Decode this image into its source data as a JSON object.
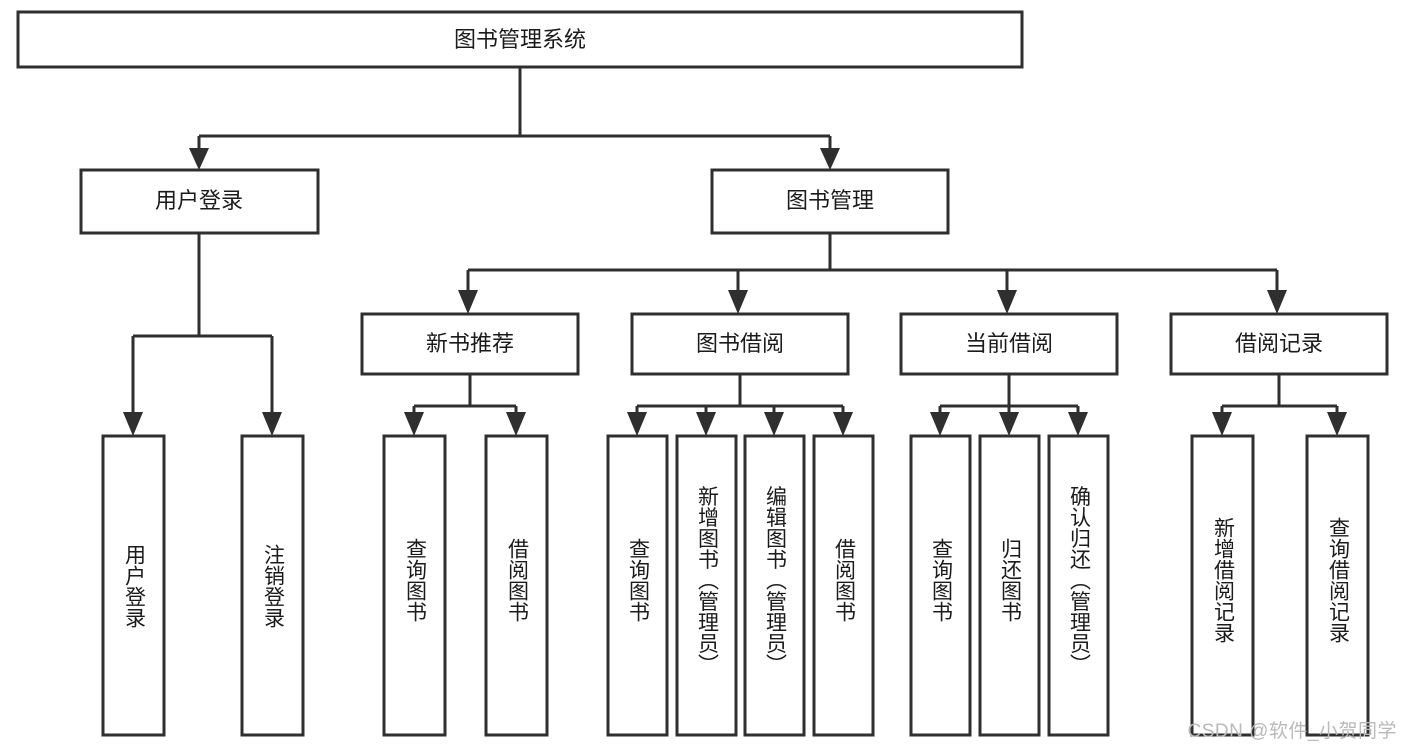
{
  "diagram": {
    "title": "图书管理系统",
    "type": "hierarchy-tree",
    "watermark": "CSDN @软件_小贺同学",
    "colors": {
      "stroke": "#2f2f2f",
      "fill": "#ffffff",
      "text": "#1b1b1b",
      "watermark": "#b9b9b9"
    },
    "levels": {
      "root": {
        "label": "图书管理系统"
      },
      "level2": [
        {
          "id": "user-login",
          "label": "用户登录"
        },
        {
          "id": "book-management",
          "label": "图书管理"
        }
      ],
      "level3": [
        {
          "id": "new-book-recommend",
          "label": "新书推荐",
          "parent": "book-management"
        },
        {
          "id": "book-borrow",
          "label": "图书借阅",
          "parent": "book-management"
        },
        {
          "id": "current-borrow",
          "label": "当前借阅",
          "parent": "book-management"
        },
        {
          "id": "borrow-record",
          "label": "借阅记录",
          "parent": "book-management"
        }
      ],
      "leaves": [
        {
          "id": "leaf-user-login",
          "label": "用户登录",
          "parent": "user-login"
        },
        {
          "id": "leaf-user-logout",
          "label": "注销登录",
          "parent": "user-login"
        },
        {
          "id": "leaf-query-book-1",
          "label": "查询图书",
          "parent": "new-book-recommend"
        },
        {
          "id": "leaf-borrow-book-1",
          "label": "借阅图书",
          "parent": "new-book-recommend"
        },
        {
          "id": "leaf-query-book-2",
          "label": "查询图书",
          "parent": "book-borrow"
        },
        {
          "id": "leaf-add-book",
          "label": "新增图书（管理员）",
          "parent": "book-borrow"
        },
        {
          "id": "leaf-edit-book",
          "label": "编辑图书（管理员）",
          "parent": "book-borrow"
        },
        {
          "id": "leaf-borrow-book-2",
          "label": "借阅图书",
          "parent": "book-borrow"
        },
        {
          "id": "leaf-query-book-3",
          "label": "查询图书",
          "parent": "current-borrow"
        },
        {
          "id": "leaf-return-book",
          "label": "归还图书",
          "parent": "current-borrow"
        },
        {
          "id": "leaf-confirm-return",
          "label": "确认归还（管理员）",
          "parent": "current-borrow"
        },
        {
          "id": "leaf-add-record",
          "label": "新增借阅记录",
          "parent": "borrow-record"
        },
        {
          "id": "leaf-query-record",
          "label": "查询借阅记录",
          "parent": "borrow-record"
        }
      ]
    }
  }
}
